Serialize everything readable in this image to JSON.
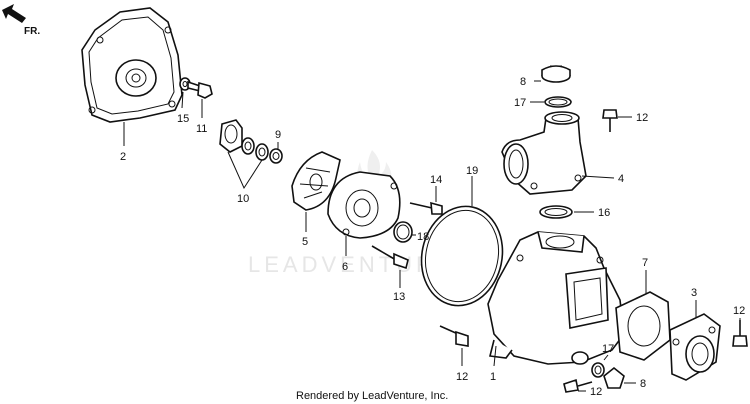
{
  "direction_label": "FR.",
  "watermark": "LEADVENTURE",
  "footer": "Rendered by LeadVenture, Inc.",
  "part_numbers": {
    "n1": "1",
    "n2": "2",
    "n3": "3",
    "n4": "4",
    "n5": "5",
    "n6": "6",
    "n7": "7",
    "n8a": "8",
    "n8b": "8",
    "n9": "9",
    "n10": "10",
    "n11": "11",
    "n12a": "12",
    "n12b": "12",
    "n12c": "12",
    "n12d": "12",
    "n13": "13",
    "n14": "14",
    "n15": "15",
    "n16": "16",
    "n17a": "17",
    "n17b": "17",
    "n18": "18",
    "n19": "19"
  }
}
